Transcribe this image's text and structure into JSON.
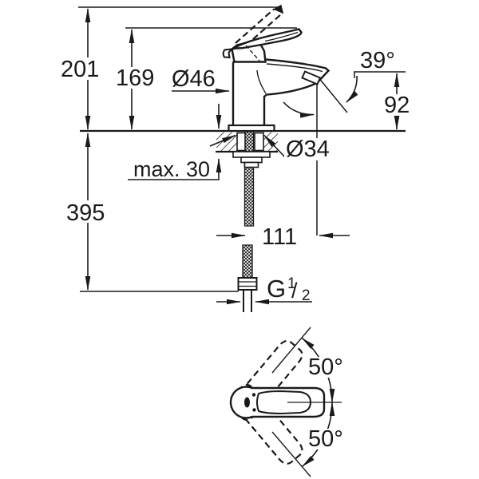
{
  "drawing": {
    "title": "faucet-technical-dimension-drawing",
    "colors": {
      "line": "#1a1a1a",
      "background": "#ffffff"
    },
    "dims": {
      "total_height": "201",
      "lever_height": "169",
      "body_diameter": "Ø46",
      "spout_angle": "39°",
      "spout_height": "92",
      "hole_diameter": "Ø34",
      "deck_thickness": "max. 30",
      "supply_length": "395",
      "spout_reach": "111",
      "thread_prefix": "G",
      "thread_numerator": "1",
      "thread_slash": "/",
      "thread_denominator": "2",
      "swivel_upper": "50°",
      "swivel_lower": "50°"
    }
  }
}
